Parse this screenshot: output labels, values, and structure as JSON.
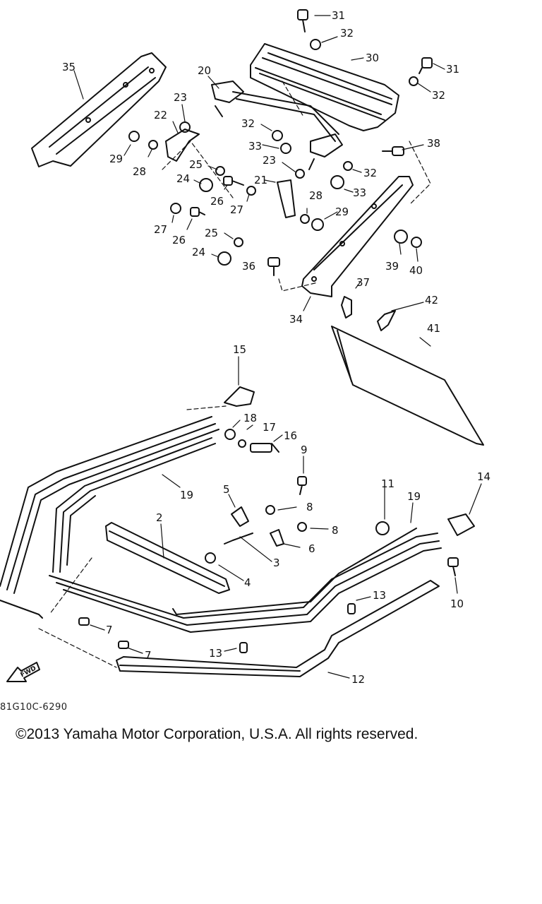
{
  "diagram": {
    "part_numbers": [
      "31",
      "32",
      "30",
      "31",
      "32",
      "35",
      "20",
      "23",
      "22",
      "32",
      "33",
      "38",
      "29",
      "28",
      "25",
      "23",
      "32",
      "24",
      "26",
      "27",
      "21",
      "33",
      "28",
      "29",
      "27",
      "26",
      "25",
      "24",
      "36",
      "39",
      "40",
      "37",
      "42",
      "34",
      "41",
      "15",
      "18",
      "17",
      "16",
      "9",
      "19",
      "5",
      "8",
      "2",
      "8",
      "6",
      "3",
      "4",
      "11",
      "19",
      "14",
      "10",
      "13",
      "7",
      "7",
      "13",
      "12"
    ],
    "fwd_label": "FWD",
    "drawing_code": "81G10C-6290"
  },
  "footer": {
    "copyright": "©2013 Yamaha Motor Corporation, U.S.A. All rights reserved."
  }
}
